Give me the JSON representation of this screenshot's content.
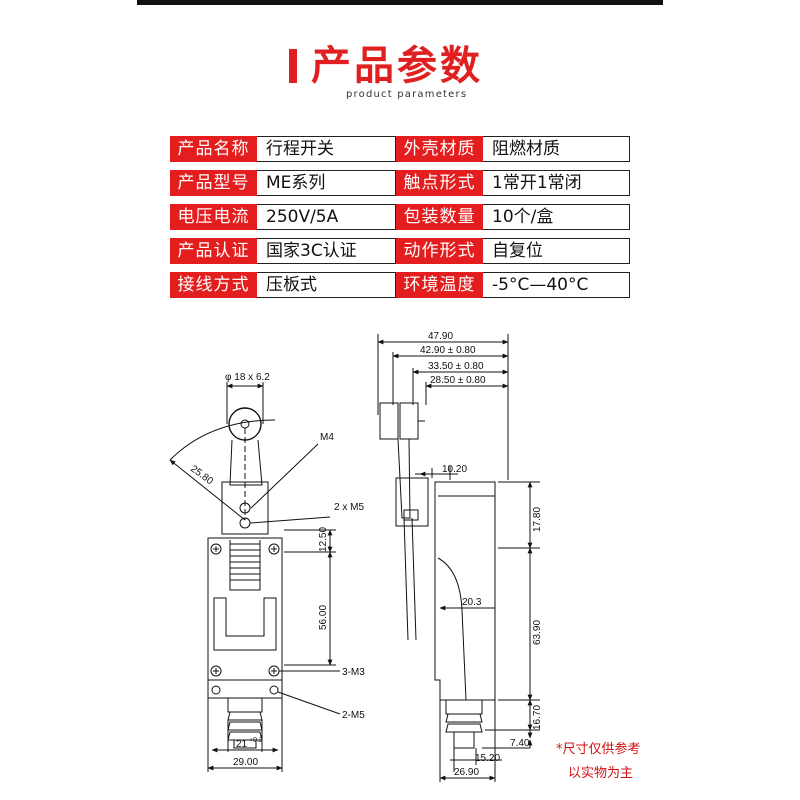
{
  "header": {
    "title": "产品参数",
    "subtitle": "product parameters"
  },
  "params": [
    [
      {
        "label": "产品名称",
        "value": "行程开关"
      },
      {
        "label": "外壳材质",
        "value": "阻燃材质"
      }
    ],
    [
      {
        "label": "产品型号",
        "value": "ME系列"
      },
      {
        "label": "触点形式",
        "value": "1常开1常闭"
      }
    ],
    [
      {
        "label": "电压电流",
        "value": "250V/5A"
      },
      {
        "label": "包装数量",
        "value": "10个/盒"
      }
    ],
    [
      {
        "label": "产品认证",
        "value": "国家3C认证"
      },
      {
        "label": "动作形式",
        "value": "自复位"
      }
    ],
    [
      {
        "label": "接线方式",
        "value": "压板式"
      },
      {
        "label": "环境温度",
        "value": "-5°C—40°C"
      }
    ]
  ],
  "drawing": {
    "front": {
      "roller": "φ 18 x 6.2",
      "radius": "25.80",
      "m4": "M4",
      "m5_top": "2 x M5",
      "d1250": "12.50",
      "d5600": "56.00",
      "m3": "3-M3",
      "m5_bottom": "2-M5",
      "d21": "21",
      "d21_tol": "+0.2",
      "d2900": "29.00"
    },
    "side": {
      "d4790": "47.90",
      "d4290": "42.90 ± 0.80",
      "d3350": "33.50 ± 0.80",
      "d2850": "28.50 ± 0.80",
      "d1020": "10.20",
      "d1780": "17.80",
      "d203": "20.3",
      "d6390": "63.90",
      "d1670": "16.70",
      "d740": "7.40",
      "d1520": "15.20",
      "d2690": "26.90"
    }
  },
  "note": {
    "line1": "*尺寸仅供参考",
    "line2": "以实物为主"
  },
  "colors": {
    "accent": "#e02020",
    "label_bg": "#e41e1e",
    "line": "#111111"
  }
}
